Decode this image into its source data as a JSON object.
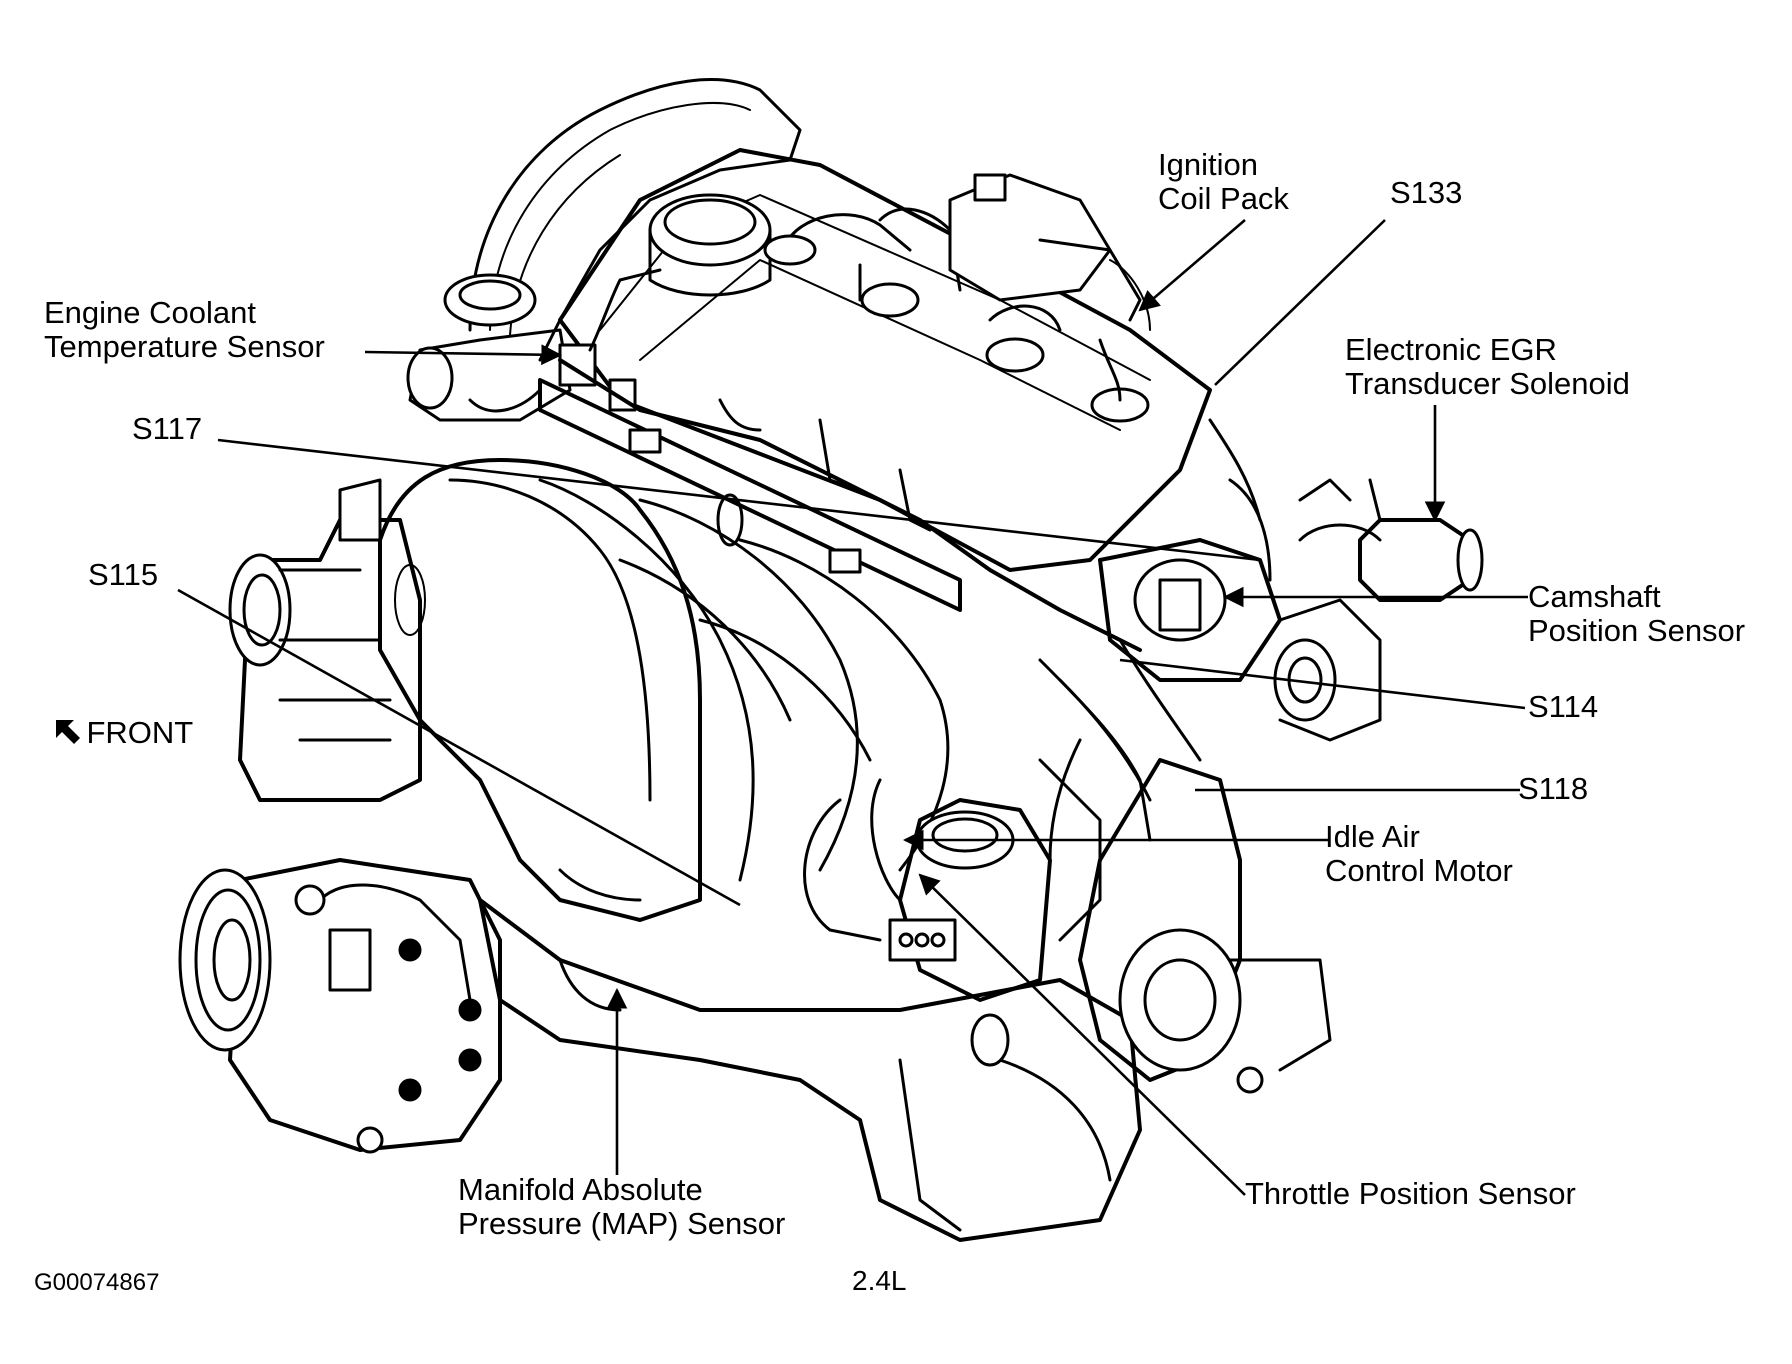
{
  "diagram": {
    "labels": {
      "ignition_coil_pack_line1": "Ignition",
      "ignition_coil_pack_line2": "Coil Pack",
      "s133": "S133",
      "engine_coolant_line1": "Engine Coolant",
      "engine_coolant_line2": "Temperature Sensor",
      "egr_line1": "Electronic EGR",
      "egr_line2": "Transducer Solenoid",
      "s117": "S117",
      "s115": "S115",
      "camshaft_line1": "Camshaft",
      "camshaft_line2": "Position Sensor",
      "s114": "S114",
      "front": "FRONT",
      "s118": "S118",
      "iac_line1": "Idle Air",
      "iac_line2": "Control Motor",
      "map_line1": "Manifold Absolute",
      "map_line2": "Pressure (MAP) Sensor",
      "tps": "Throttle Position Sensor"
    },
    "figure_id": "G00074867",
    "engine_size": "2.4L"
  }
}
